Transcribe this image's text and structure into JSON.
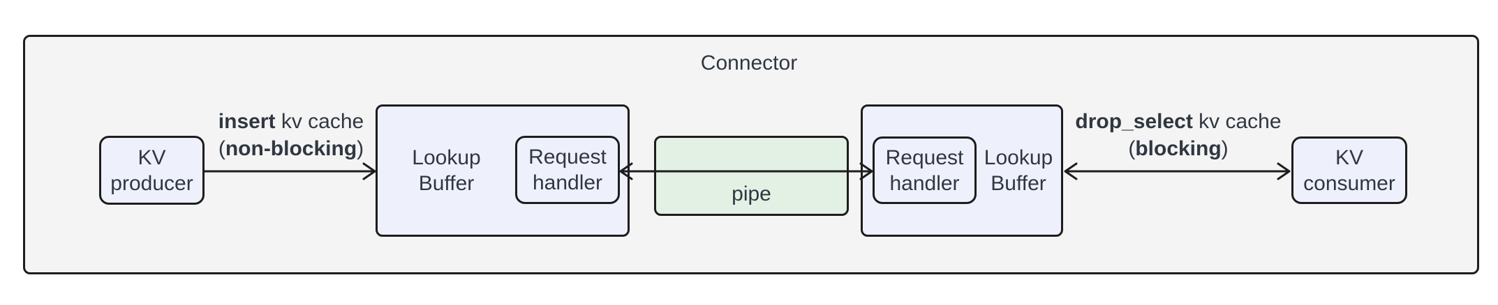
{
  "title": "Connector",
  "nodes": {
    "kv_producer": {
      "line1": "KV",
      "line2": "producer"
    },
    "lookup_buffer_left": {
      "line1": "Lookup",
      "line2": "Buffer"
    },
    "request_handler_left": {
      "line1": "Request",
      "line2": "handler"
    },
    "pipe": {
      "label": "pipe"
    },
    "request_handler_right": {
      "line1": "Request",
      "line2": "handler"
    },
    "lookup_buffer_right": {
      "line1": "Lookup",
      "line2": "Buffer"
    },
    "kv_consumer": {
      "line1": "KV",
      "line2": "consumer"
    }
  },
  "edges": {
    "insert": {
      "line1_bold": "insert",
      "line1_rest": " kv cache",
      "line2_pre": "(",
      "line2_bold": "non-blocking",
      "line2_post": ")"
    },
    "drop_select": {
      "line1_bold": "drop_select",
      "line1_rest": " kv cache",
      "line2_pre": "(",
      "line2_bold": "blocking",
      "line2_post": ")"
    }
  },
  "colors": {
    "border": "#1d1d1d",
    "text": "#303741",
    "node_fill": "#eef1fb",
    "pipe_fill": "#e3f1e5",
    "container_fill": "#f4f4f4",
    "canvas_bg": "#ffffff"
  }
}
